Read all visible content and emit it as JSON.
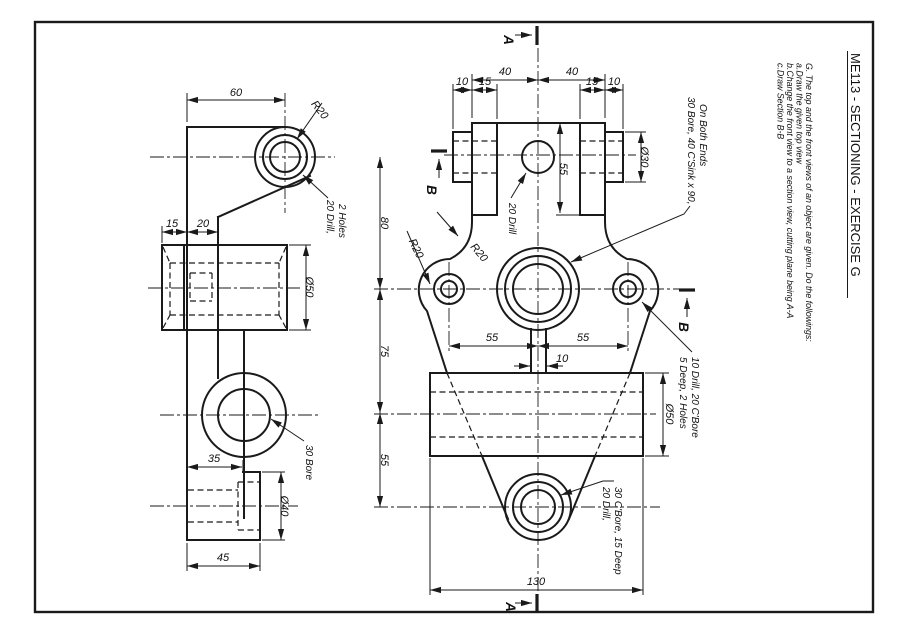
{
  "sheet": {
    "title": "ME113 - SECTIONING - EXERCISE G",
    "instructions": [
      "G. The top and the front views of an object are given. Do the followings:",
      "a.Draw the given top view",
      "b.Change the front view to a section view, cutting plane being A-A",
      "c.Draw Section B-B"
    ]
  },
  "section_marks": {
    "a_top": "A",
    "a_bottom": "A",
    "b_left": "B",
    "b_right": "B"
  },
  "front_view": {
    "dims": {
      "w60": "60",
      "f15": "15",
      "p20": "20",
      "d50": "Ø50",
      "w35": "35",
      "d40": "Ø40",
      "w45": "45"
    },
    "labels": {
      "r20": "R20",
      "drill1": "20 Drill,",
      "drill2": "2 Holes",
      "bore": "30 Bore"
    }
  },
  "top_view": {
    "dims": {
      "l40": "40",
      "r40": "40",
      "l10": "10",
      "l15": "15",
      "r15": "15",
      "r10": "10",
      "d30": "Ø30",
      "lug55": "55",
      "s55l": "55",
      "s55r": "55",
      "neck10": "10",
      "v80": "80",
      "v75": "75",
      "v55": "55",
      "d50": "Ø50",
      "w130": "130"
    },
    "labels": {
      "drill20": "20 Drill",
      "r20a": "R20",
      "r20b": "R20",
      "sink1": "30 Bore, 40 C'Sink x 90,",
      "sink2": "On Both Ends",
      "side1": "10 Drill, 20 C'Bore",
      "side2": "5 Deep, 2 Holes",
      "bot1": "20 Drill,",
      "bot2": "30 C'Bore, 15 Deep"
    }
  }
}
